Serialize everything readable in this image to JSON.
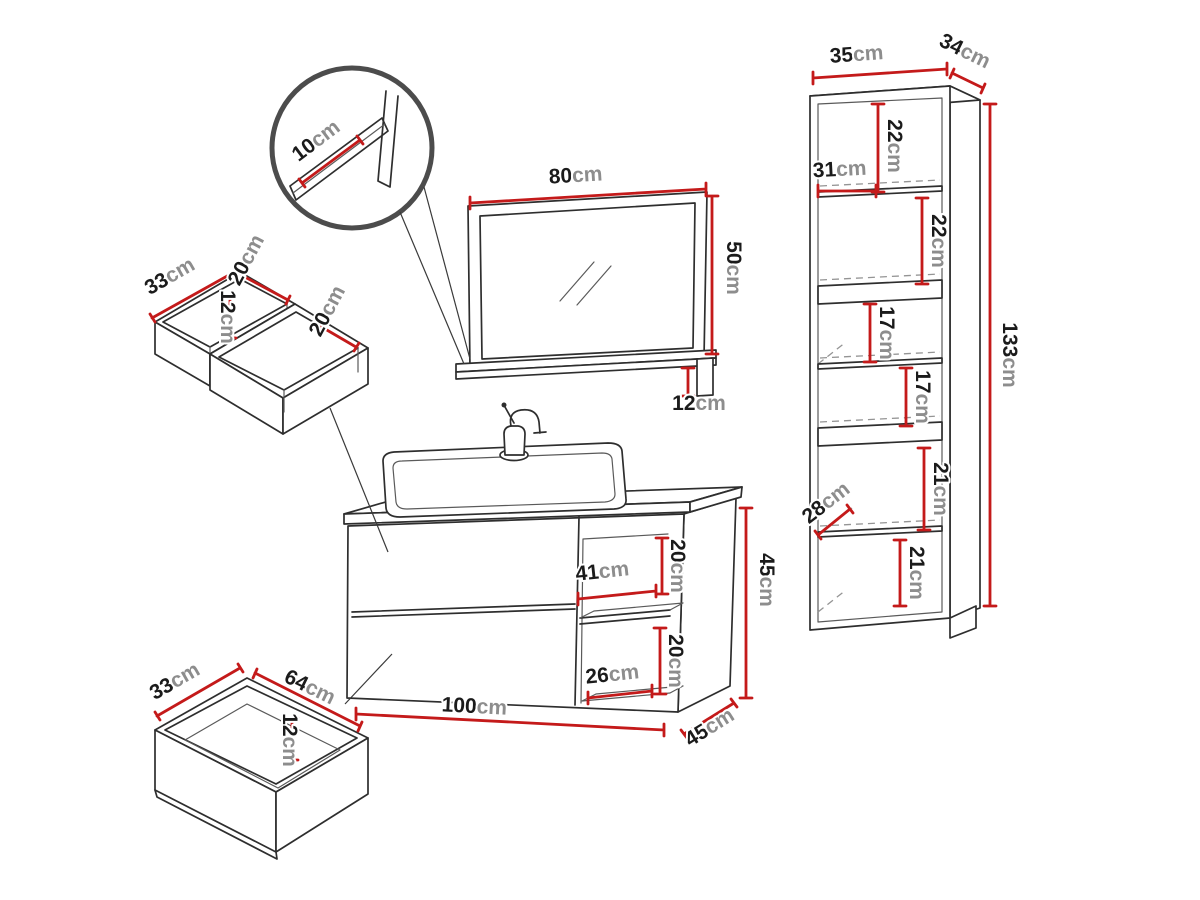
{
  "unit": "cm",
  "labels": {
    "detail_shelf_thickness": "10",
    "mirror_width": "80",
    "mirror_height": "50",
    "mirror_shelf_height": "12",
    "organizer_length": "33",
    "organizer_section_width": "20",
    "organizer_height": "12",
    "organizer_width": "20",
    "drawer_width": "33",
    "drawer_length": "64",
    "drawer_height": "12",
    "vanity_shelf_width": "41",
    "vanity_niche_top_height": "20",
    "vanity_niche_bottom_width": "26",
    "vanity_niche_bottom_height": "20",
    "vanity_width": "100",
    "vanity_height": "45",
    "vanity_depth": "45",
    "column_width": "35",
    "column_depth": "34",
    "column_height": "133",
    "column_inner_width": "31",
    "column_niche1_height": "22",
    "column_niche2_height": "22",
    "column_niche3_height": "17",
    "column_niche4_height": "17",
    "column_shelf_depth": "28",
    "column_niche5_height": "21",
    "column_niche6_height": "21"
  }
}
